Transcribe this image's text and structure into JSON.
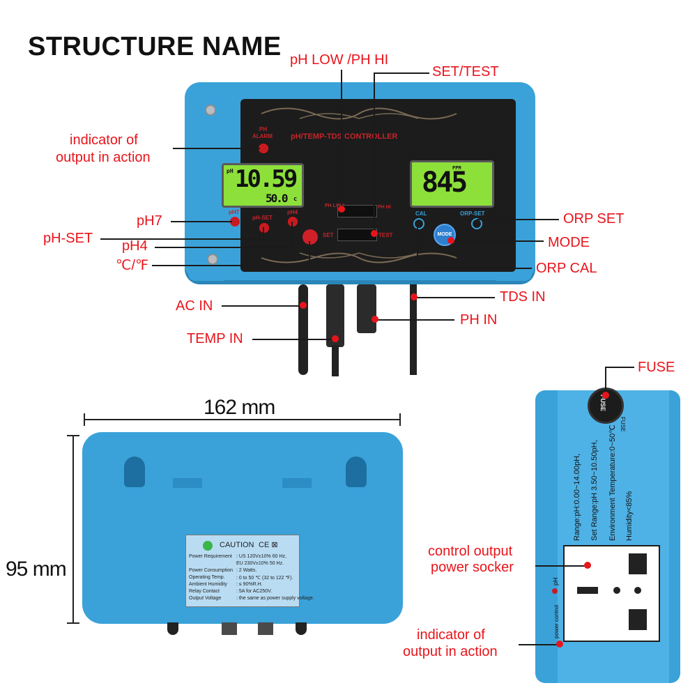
{
  "title": "STRUCTURE NAME",
  "device": {
    "panel_title": "pH/TEMP-TDS CONTROLLER",
    "alarm_label_1": "PH",
    "alarm_label_2": "ALARM",
    "ph_reading": "10.59",
    "temp_reading": "50.0",
    "temp_unit": "c",
    "tds_unit": "PPM",
    "tds_reading": "845",
    "ph_lcd_tag": "pH",
    "btn_ph7": "pH7",
    "btn_phset": "pH-SET",
    "btn_ph4": "pH4",
    "btn_cal": "CAL",
    "btn_orpset": "ORP-SET",
    "btn_mode": "MODE",
    "sw1_left": "PH LOW",
    "sw1_right": "PH HI",
    "sw2_left": "SET",
    "sw2_right": "TEST"
  },
  "callouts": {
    "ph_low_hi": "pH LOW /PH HI",
    "set_test": "SET/TEST",
    "indicator_top_1": "indicator of",
    "indicator_top_2": "output in action",
    "ph7": "pH7",
    "ph_set": "pH-SET",
    "ph4": "pH4",
    "c_f": "℃/℉",
    "orp_set": "ORP SET",
    "mode": "MODE",
    "orp_cal": "ORP CAL",
    "ac_in": "AC IN",
    "tds_in": "TDS IN",
    "ph_in": "PH IN",
    "temp_in": "TEMP IN",
    "fuse": "FUSE",
    "socket_1": "control output",
    "socket_2": "power socker",
    "indicator_bottom_1": "indicator of",
    "indicator_bottom_2": "output in action"
  },
  "dimensions": {
    "width": "162 mm",
    "height": "95 mm"
  },
  "caution": {
    "heading": "CAUTION",
    "rows": [
      [
        "Power Requirement",
        ": US 120V±10% 60 Hz,"
      ],
      [
        "",
        "  EU 230V±10% 50 Hz."
      ],
      [
        "Power Consumption",
        ": 2 Watts."
      ],
      [
        "Operating Temp.",
        ": 0 to 50 ℃ (32 to 122 ℉)."
      ],
      [
        "Ambient Humidity",
        ": ≤ 90%R.H."
      ],
      [
        "Relay Contact",
        ": 5A for AC250V."
      ],
      [
        "Output Voltage",
        ": the same as power supply voltage."
      ]
    ]
  },
  "side": {
    "range_1": "Range:pH:0.00~14.00pH,",
    "range_2": "Set   Range:pH 3.50~10.50pH,",
    "range_3": "Environment Temperature:0~50℃",
    "range_4": "Humidity<85%",
    "fuse_label": "FUSE",
    "fuse_cap": "FUSE",
    "power_control": "power control",
    "ph_tag": "pH"
  },
  "colors": {
    "accent_red": "#e8141b",
    "device_blue": "#3aa2d9",
    "lcd_green": "#8de03a"
  }
}
